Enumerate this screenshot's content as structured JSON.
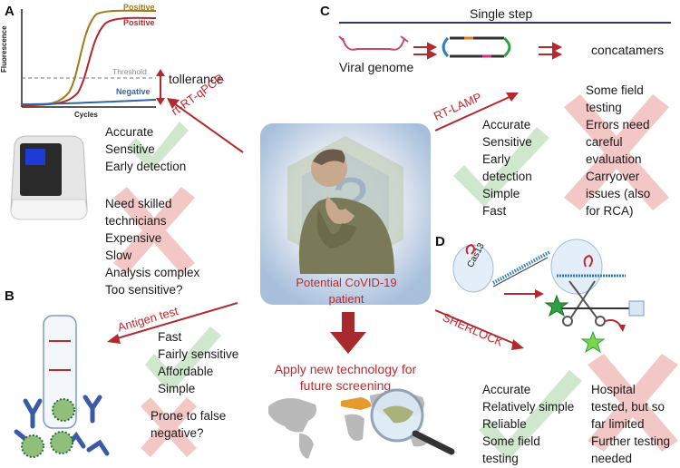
{
  "panel_a": {
    "letter": "A",
    "chart": {
      "ylabel": "Fluorescence",
      "xlabel": "Cycles",
      "threshold_label": "Threshold",
      "series": [
        "Positive",
        "Positive",
        "Negative"
      ]
    },
    "tolerance": "tollerance",
    "method": "rt-RT-qPCR",
    "pros": [
      "Accurate",
      "Sensitive",
      "Early detection"
    ],
    "cons": [
      "Need skilled",
      "technicians",
      "Expensive",
      "Slow",
      "Analysis complex",
      "Too sensitive?"
    ]
  },
  "panel_b": {
    "letter": "B",
    "method": "Antigen test",
    "pros": [
      "Fast",
      "Fairly sensitive",
      "Affordable",
      "Simple"
    ],
    "cons": [
      "Prone to false",
      "negative?"
    ]
  },
  "panel_c": {
    "letter": "C",
    "title": "Single step",
    "viral_genome": "Viral genome",
    "concatamers": "concatamers",
    "method": "RT-LAMP",
    "pros": [
      "Accurate",
      "Sensitive",
      "Early",
      "detection",
      "Simple",
      "Fast"
    ],
    "cons": [
      "Some field",
      "testing",
      "Errors need",
      "careful",
      "evaluation",
      "Carryover",
      "issues (also",
      "for RCA)"
    ]
  },
  "panel_d": {
    "letter": "D",
    "cas_label": "Cas13",
    "method": "SHERLOCK",
    "pros": [
      "Accurate",
      "Relatively simple",
      "Reliable",
      "Some field",
      "testing"
    ],
    "cons": [
      "Hospital",
      "tested, but so",
      "far limited",
      "Further testing",
      "needed"
    ]
  },
  "center": {
    "patient_label": [
      "Potential CoVID-19",
      "patient"
    ],
    "future_label": [
      "Apply new technology for",
      "future screening"
    ]
  },
  "colors": {
    "red_text": "#c0282f",
    "arrow": "#b22a2e",
    "check": "#cfe7cc",
    "cross": "#f4c7c7",
    "positive_1": "#a07a1c",
    "positive_2": "#b0282f",
    "negative": "#2f66a6"
  }
}
